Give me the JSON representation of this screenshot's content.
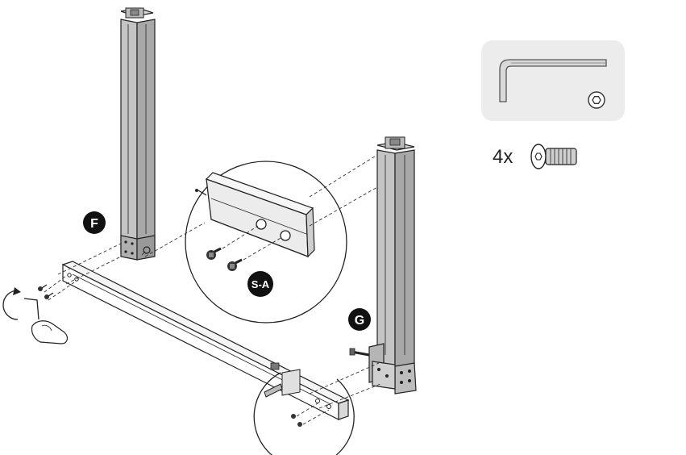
{
  "callouts": {
    "leg_f": "F",
    "leg_g": "G",
    "screw_ref": "S-A"
  },
  "hardware": {
    "quantity": "4x",
    "screw_icon": "hex-socket-screw-icon",
    "tool_icon": "allen-key-icon"
  },
  "colors": {
    "leg_fill": "#c9c9c9",
    "leg_dark": "#9c9c9c",
    "panel_bg": "#ececec",
    "badge": "#111111"
  }
}
